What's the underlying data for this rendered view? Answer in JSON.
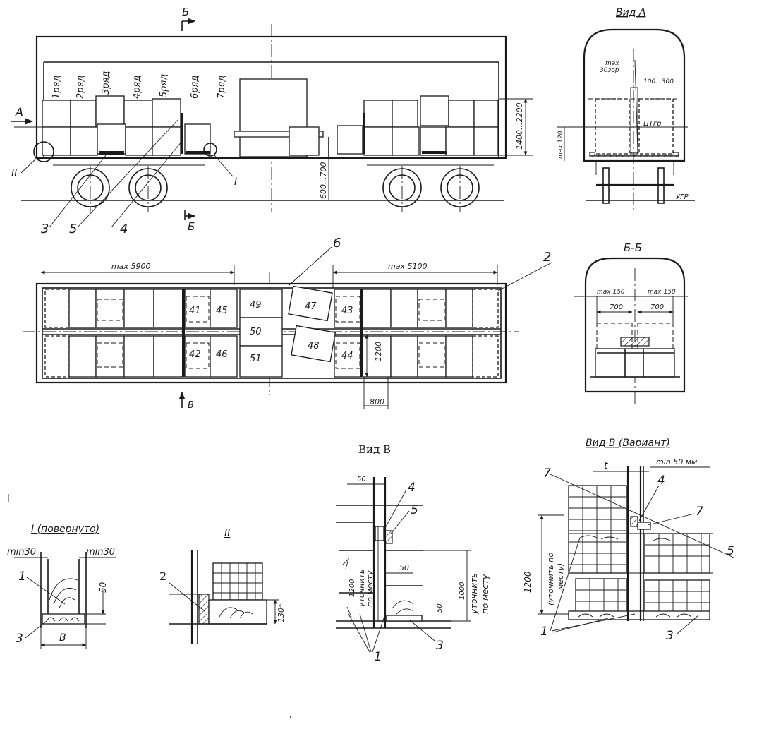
{
  "views": {
    "view_a": "Вид А",
    "section_bb": "Б-Б",
    "view_v": "Вид В",
    "view_v_variant": "Вид В (Вариант)",
    "detail_1": "I (повернуто)",
    "detail_2": "II"
  },
  "side_view": {
    "arrow_a": "А",
    "section_mark_top": "Б",
    "section_mark_bottom": "Б",
    "rows": [
      "1ряд",
      "2ряд",
      "3ряд",
      "4ряд",
      "5ряд",
      "6ряд",
      "7ряд"
    ],
    "dim_height": "1400...2200",
    "dim_floor": "600...700",
    "detail_mark_1": "I",
    "detail_mark_2": "II",
    "callouts": [
      "3",
      "5",
      "4"
    ]
  },
  "plan_view": {
    "dim_left": "max 5900",
    "dim_right": "max 5100",
    "dim_width": "1200",
    "dim_gap": "800",
    "view_mark": "В",
    "callout_6": "6",
    "callout_2": "2",
    "pack_numbers": [
      "41",
      "45",
      "49",
      "47",
      "43",
      "50",
      "42",
      "46",
      "51",
      "48",
      "44"
    ]
  },
  "view_a_labels": {
    "max_gap": "max",
    "gap_value": "30зор",
    "dim_range": "100...300",
    "cg": "ЦТгр",
    "dim_side": "max 120",
    "gauge": "УГР"
  },
  "section_bb_labels": {
    "max_left": "max 150",
    "max_right": "max 150",
    "w_left": "700",
    "w_right": "700"
  },
  "detail1_labels": {
    "min_left": "min30",
    "min_right": "min30",
    "dim_50": "50",
    "width": "B",
    "callout_1": "1",
    "callout_3": "3"
  },
  "detail2_labels": {
    "callout_2": "2",
    "dim_130": "130*"
  },
  "view_v_labels": {
    "dim_50_top": "50",
    "dim_50_mid": "50",
    "dim_50_low": "50",
    "dim_1200": "1200",
    "clarify_1": "уточнить",
    "clarify_2": "по месту",
    "dim_1000": "1000",
    "clarify_3": "уточнить",
    "clarify_4": "по месту",
    "callout_4": "4",
    "callout_5": "5",
    "callout_1": "1",
    "callout_3": "3"
  },
  "view_v_variant_labels": {
    "t": "t",
    "min50": "min 50 мм",
    "dim_1200": "1200",
    "clarify": "(уточнить по",
    "clarify_2": "месту)",
    "callout_7a": "7",
    "callout_4": "4",
    "callout_7b": "7",
    "callout_5": "5",
    "callout_1": "1",
    "callout_3": "3"
  }
}
